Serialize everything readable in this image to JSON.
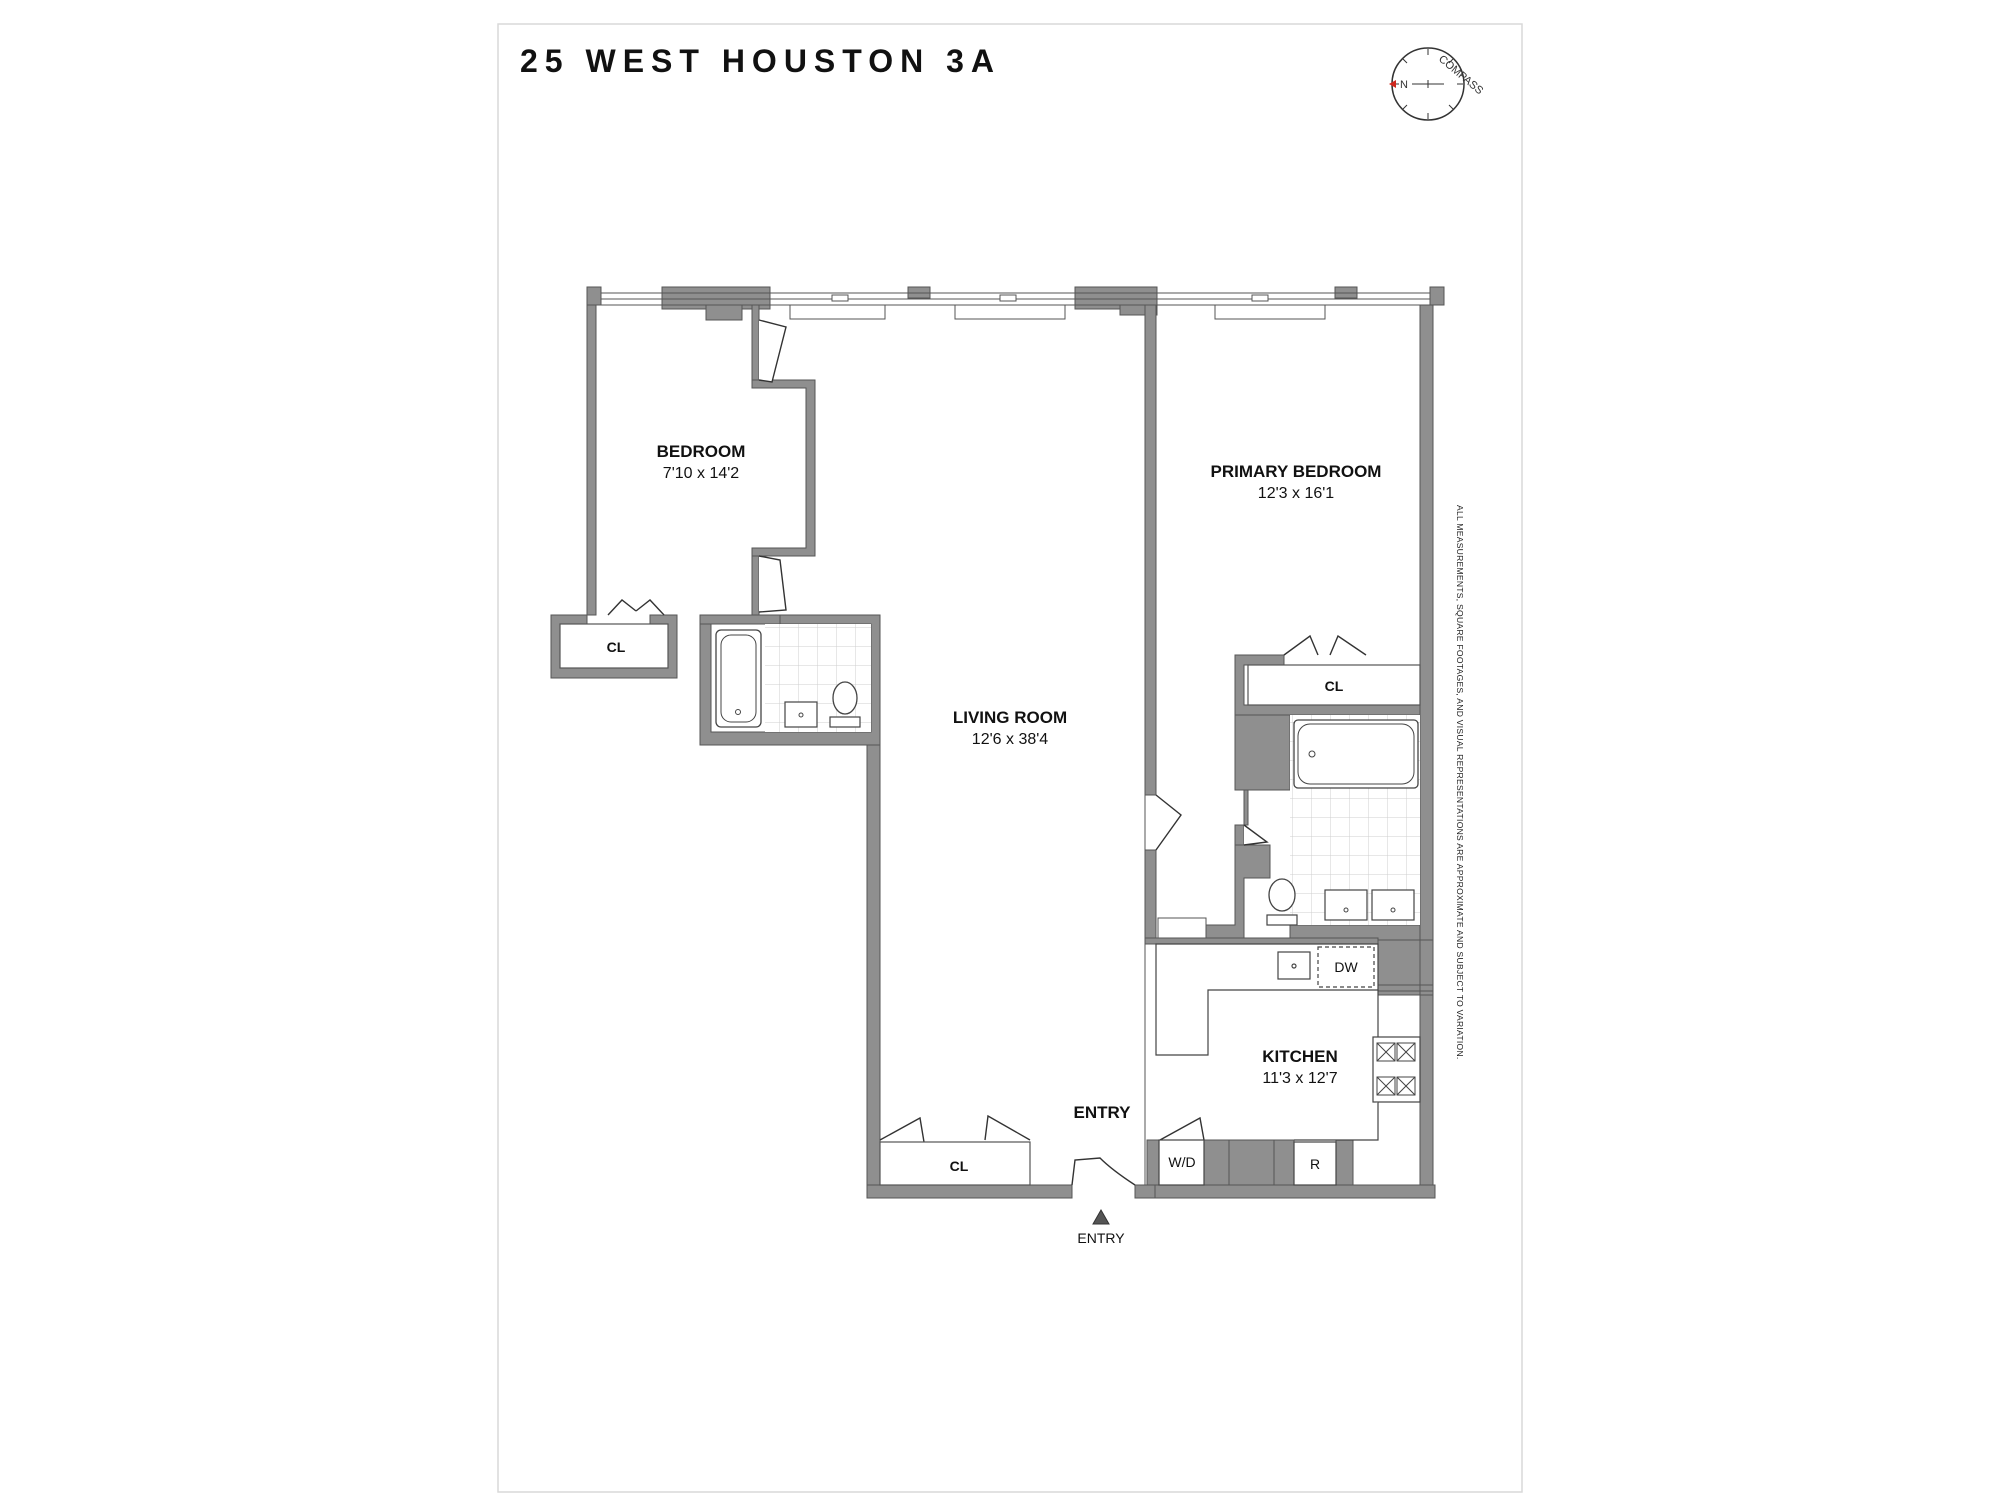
{
  "title": "25 WEST HOUSTON 3A",
  "compass": {
    "word": "COMPASS",
    "north_letter": "N"
  },
  "disclaimer": "ALL MEASUREMENTS, SQUARE FOOTAGES, AND VISUAL REPRESENTATIONS ARE APPROXIMATE AND SUBJECT TO VARIATION.",
  "rooms": {
    "bedroom": {
      "name": "BEDROOM",
      "dims": "7'10 x 14'2"
    },
    "primary_bedroom": {
      "name": "PRIMARY BEDROOM",
      "dims": "12'3 x 16'1"
    },
    "living_room": {
      "name": "LIVING ROOM",
      "dims": "12'6 x 38'4"
    },
    "kitchen": {
      "name": "KITCHEN",
      "dims": "11'3 x 12'7"
    },
    "entry": {
      "name": "ENTRY"
    }
  },
  "closets": {
    "bedroom_cl": "CL",
    "primary_cl": "CL",
    "entry_cl": "CL"
  },
  "fixtures": {
    "dishwasher": "DW",
    "washer_dryer": "W/D",
    "refrigerator": "R"
  },
  "entry_marker": "ENTRY",
  "colors": {
    "wall_fill": "#8f8f8f",
    "wall_stroke": "#555555",
    "tile": "#cfcfcf",
    "compass_red": "#d0281e"
  }
}
